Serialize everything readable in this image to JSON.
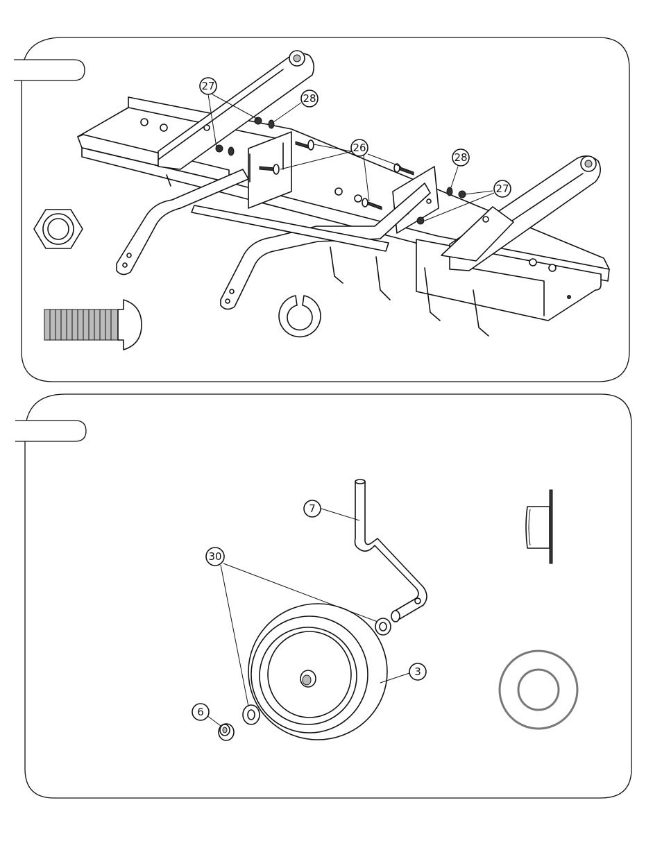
{
  "panels": [
    {
      "callouts": [
        {
          "label": "27"
        },
        {
          "label": "28"
        },
        {
          "label": "26"
        },
        {
          "label": "28"
        },
        {
          "label": "27"
        }
      ],
      "parts": [
        "hex-nut",
        "carriage-bolt",
        "lock-washer"
      ]
    },
    {
      "callouts": [
        {
          "label": "7"
        },
        {
          "label": "30"
        },
        {
          "label": "3"
        },
        {
          "label": "6"
        }
      ],
      "parts": [
        "bushing",
        "flat-washer"
      ]
    }
  ]
}
